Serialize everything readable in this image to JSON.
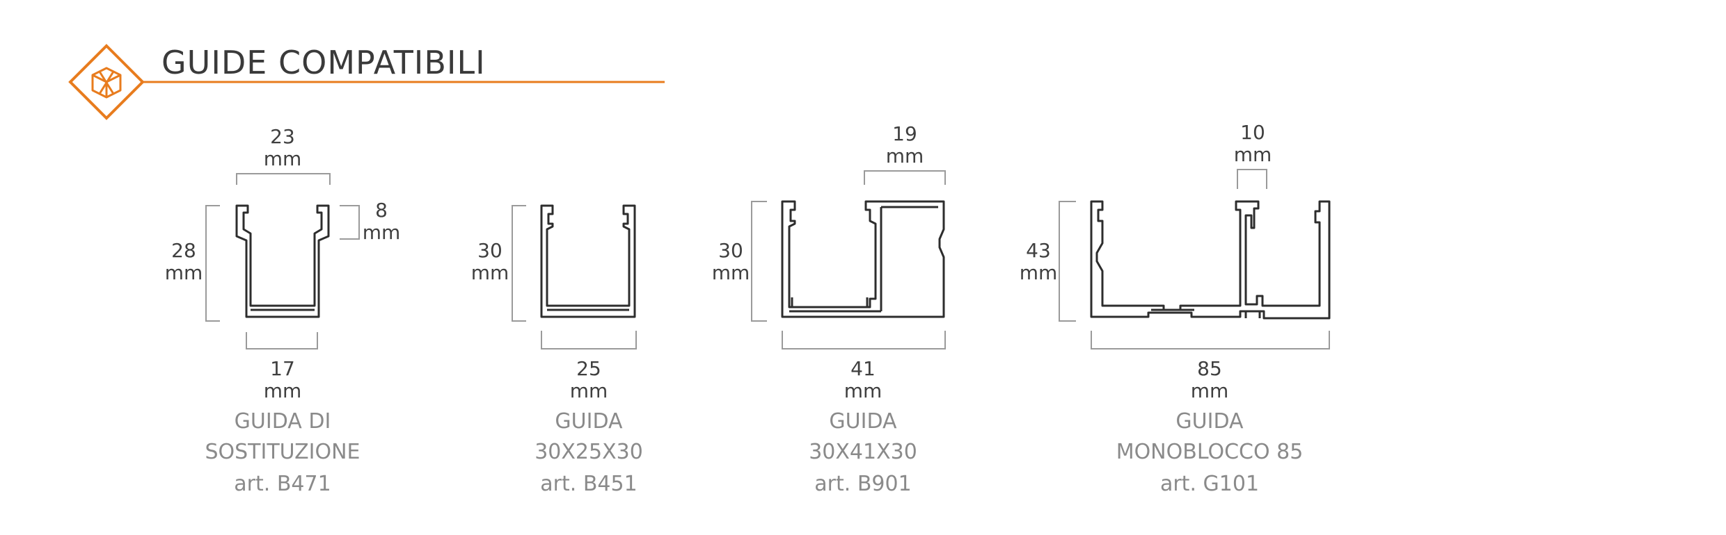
{
  "header": {
    "title": "GUIDE COMPATIBILI",
    "accent_color": "#e87c1e",
    "icon": "cube-icon"
  },
  "profiles": [
    {
      "name_line1": "GUIDA DI",
      "name_line2": "SOSTITUZIONE",
      "article": "art. B471",
      "top_dim": "23",
      "top_unit": "mm",
      "side_dim": "8",
      "side_unit": "mm",
      "height_dim": "28",
      "height_unit": "mm",
      "bottom_dim": "17",
      "bottom_unit": "mm"
    },
    {
      "name_line1": "GUIDA",
      "name_line2": "30X25X30",
      "article": "art. B451",
      "height_dim": "30",
      "height_unit": "mm",
      "bottom_dim": "25",
      "bottom_unit": "mm"
    },
    {
      "name_line1": "GUIDA",
      "name_line2": "30X41X30",
      "article": "art. B901",
      "top_dim": "19",
      "top_unit": "mm",
      "height_dim": "30",
      "height_unit": "mm",
      "bottom_dim": "41",
      "bottom_unit": "mm"
    },
    {
      "name_line1": "GUIDA",
      "name_line2": "MONOBLOCCO 85",
      "article": "art. G101",
      "top_dim": "10",
      "top_unit": "mm",
      "height_dim": "43",
      "height_unit": "mm",
      "bottom_dim": "85",
      "bottom_unit": "mm"
    }
  ]
}
